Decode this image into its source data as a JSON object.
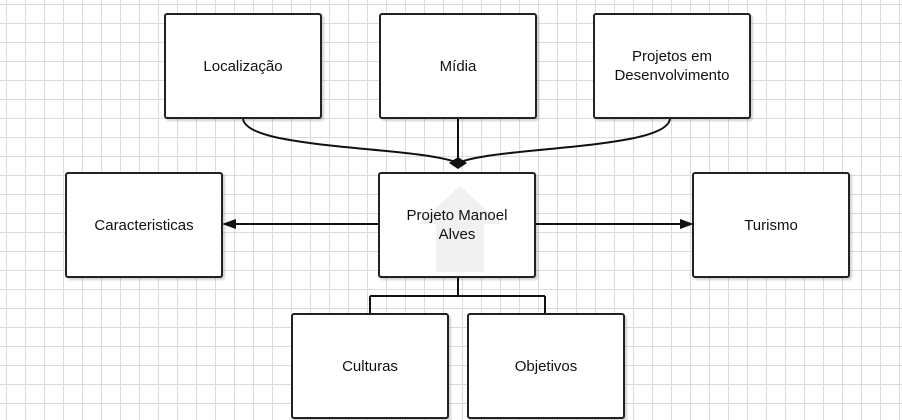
{
  "diagram": {
    "nodes": {
      "localizacao": "Localização",
      "midia": "Mídia",
      "projetos": "Projetos em Desenvolvimento",
      "caracteristicas": "Caracteristicas",
      "center": "Projeto Manoel Alves",
      "turismo": "Turismo",
      "culturas": "Culturas",
      "objetivos": "Objetivos"
    },
    "center_icon": "house-icon"
  }
}
